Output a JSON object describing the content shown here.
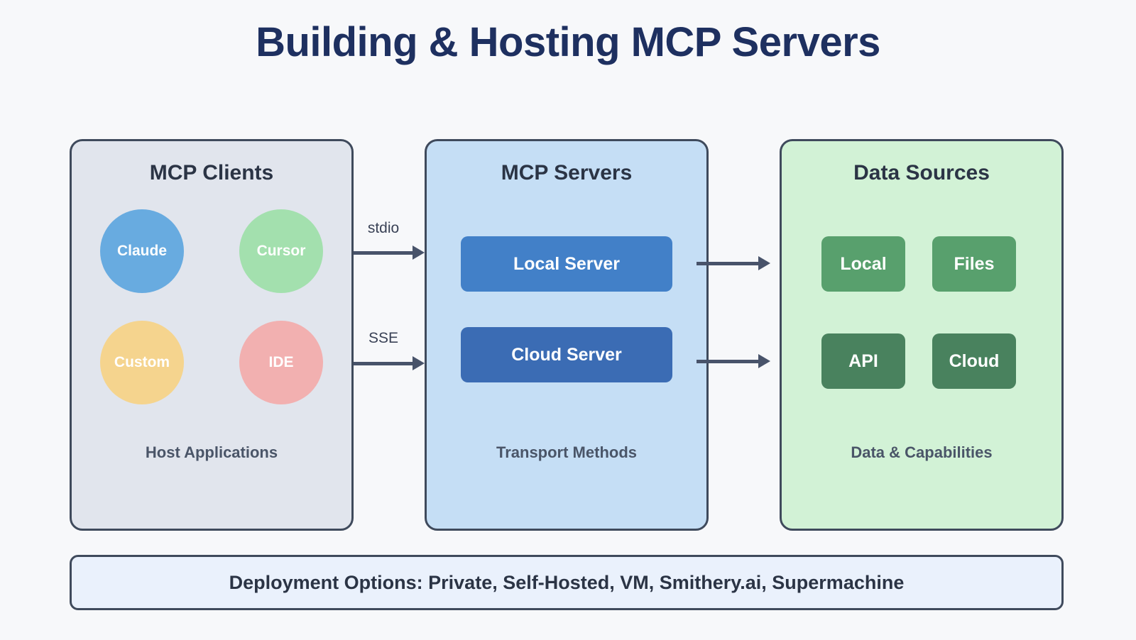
{
  "page": {
    "title": "Building & Hosting MCP Servers",
    "background_color": "#f7f8fa",
    "title_color": "#1e3060"
  },
  "panels": [
    {
      "id": "mcp-clients",
      "title": "MCP Clients",
      "footer": "Host Applications",
      "background_color": "#e1e5ed",
      "border_color": "#3f4a5c",
      "nodes": [
        {
          "label": "Claude",
          "shape": "circle",
          "color": "#68abe0",
          "text_color": "#ffffff"
        },
        {
          "label": "Cursor",
          "shape": "circle",
          "color": "#a3e0ae",
          "text_color": "#ffffff"
        },
        {
          "label": "Custom",
          "shape": "circle",
          "color": "#f5d48e",
          "text_color": "#ffffff"
        },
        {
          "label": "IDE",
          "shape": "circle",
          "color": "#f2b0b0",
          "text_color": "#ffffff"
        }
      ]
    },
    {
      "id": "mcp-servers",
      "title": "MCP Servers",
      "footer": "Transport Methods",
      "background_color": "#c5def5",
      "border_color": "#3f4a5c",
      "nodes": [
        {
          "label": "Local Server",
          "shape": "rounded-rect",
          "color": "#4280c8",
          "text_color": "#ffffff"
        },
        {
          "label": "Cloud Server",
          "shape": "rounded-rect",
          "color": "#3b6cb4",
          "text_color": "#ffffff"
        }
      ]
    },
    {
      "id": "data-sources",
      "title": "Data Sources",
      "footer": "Data & Capabilities",
      "background_color": "#d2f2d6",
      "border_color": "#3f4a5c",
      "nodes": [
        {
          "label": "Local",
          "shape": "rounded-rect",
          "color": "#58a06d",
          "text_color": "#ffffff"
        },
        {
          "label": "Files",
          "shape": "rounded-rect",
          "color": "#58a06d",
          "text_color": "#ffffff"
        },
        {
          "label": "API",
          "shape": "rounded-rect",
          "color": "#49825e",
          "text_color": "#ffffff"
        },
        {
          "label": "Cloud",
          "shape": "rounded-rect",
          "color": "#49825e",
          "text_color": "#ffffff"
        }
      ]
    }
  ],
  "connectors": [
    {
      "label": "stdio",
      "from": "mcp-clients",
      "to": "mcp-servers",
      "color": "#48536a"
    },
    {
      "label": "SSE",
      "from": "mcp-clients",
      "to": "mcp-servers",
      "color": "#48536a"
    },
    {
      "label": "",
      "from": "mcp-servers",
      "to": "data-sources",
      "color": "#48536a"
    },
    {
      "label": "",
      "from": "mcp-servers",
      "to": "data-sources",
      "color": "#48536a"
    }
  ],
  "deployment": {
    "text": "Deployment Options: Private, Self-Hosted, VM, Smithery.ai, Supermachine",
    "background_color": "#eaf1fc",
    "border_color": "#3f4a5c"
  }
}
